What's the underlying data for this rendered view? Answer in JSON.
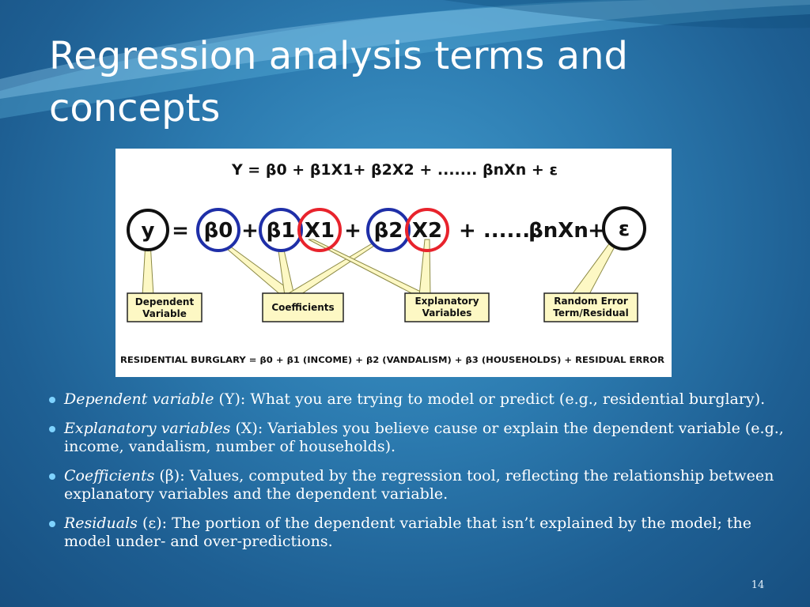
{
  "slide": {
    "title": "Regression analysis terms and concepts",
    "number": "14"
  },
  "figure": {
    "top_equation": "Y = β0 + β1X1+ β2X2 + ....... βnXn + ε",
    "main_equation": {
      "y": "y",
      "b0": "β0",
      "b1": "β1",
      "x1": "X1",
      "b2": "β2",
      "x2": "X2",
      "dots": "+ .......",
      "bn": "βnXn",
      "eps": "ε",
      "equals": "=",
      "plus": "+"
    },
    "callouts": {
      "dependent": [
        "Dependent",
        "Variable"
      ],
      "coefficients": "Coefficients",
      "explanatory": [
        "Explanatory",
        "Variables"
      ],
      "error": [
        "Random Error",
        "Term/Residual"
      ]
    },
    "bottom_equation": "RESIDENTIAL BURGLARY = β0 + β1 (INCOME) + β2 (VANDALISM) + β3 (HOUSEHOLDS) + RESIDUAL ERROR",
    "colors": {
      "coefficient_ring": "#1f2fa8",
      "variable_ring": "#e8232c",
      "callout_fill": "#fdf8c4"
    }
  },
  "bullets": [
    {
      "term": "Dependent variable",
      "text": " (Y): What you are trying to model or predict (e.g., residential burglary)."
    },
    {
      "term": "Explanatory variables",
      "text": " (X): Variables you believe cause or explain the dependent variable (e.g., income, vandalism, number of households)."
    },
    {
      "term": "Coefficients",
      "text": " (β): Values, computed by the regression tool, reflecting the relationship between explanatory variables and the dependent variable."
    },
    {
      "term": "Residuals",
      "text": " (ε): The portion of the dependent variable that isn’t explained by the model; the model under- and over-predictions."
    }
  ]
}
